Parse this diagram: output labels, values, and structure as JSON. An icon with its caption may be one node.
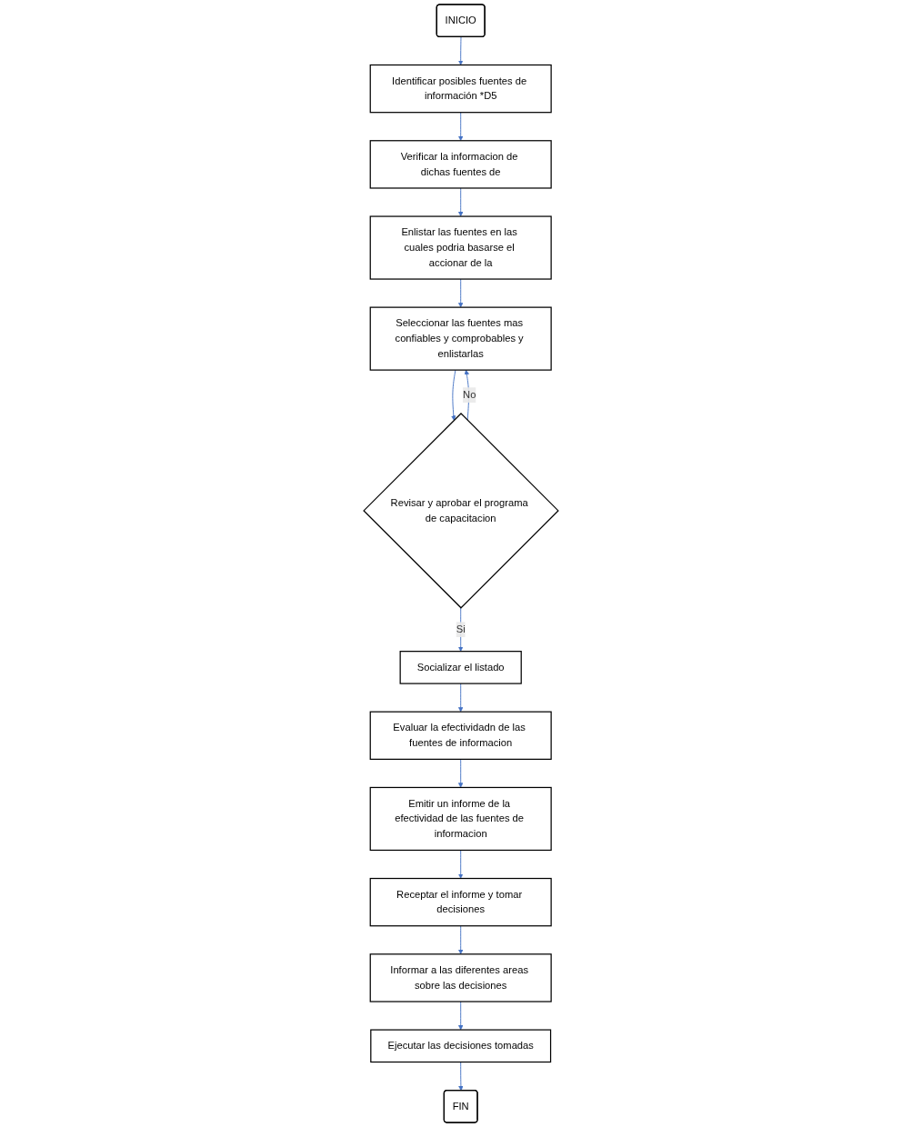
{
  "diagram": {
    "nodes": [
      {
        "text": [
          "INICIO"
        ]
      },
      {
        "text": [
          "Identificar posibles fuentes de información *D5"
        ]
      },
      {
        "text": [
          "Verificar la informacion de dichas fuentes de"
        ]
      },
      {
        "text": [
          "Enlistar las fuentes en las cuales podria basarse el accionar de la"
        ]
      },
      {
        "text": [
          "Seleccionar las fuentes mas confiables y comprobables y enlistarlas"
        ]
      },
      {
        "text": [
          "Revisar y aprobar el programa de capacitacion"
        ]
      },
      {
        "text": [
          "Socializar el listado"
        ]
      },
      {
        "text": [
          "Evaluar la efectividadn de las fuentes de informacion"
        ]
      },
      {
        "text": [
          "Emitir un informe de la efectividad de las fuentes de informacion"
        ]
      },
      {
        "text": [
          "Receptar el informe y tomar decisiones"
        ]
      },
      {
        "text": [
          "Informar a las diferentes areas sobre las decisiones"
        ]
      },
      {
        "text": [
          "Ejecutar las decisiones tomadas"
        ]
      },
      {
        "text": [
          "FIN"
        ]
      }
    ],
    "edges": [
      {
        "from": 0,
        "to": 1,
        "arrow": "to"
      },
      {
        "from": 1,
        "to": 2,
        "arrow": "to"
      },
      {
        "from": 2,
        "to": 3,
        "arrow": "to"
      },
      {
        "from": 3,
        "to": 4,
        "arrow": "to"
      },
      {
        "from": 4,
        "to": 5,
        "arrow": "to"
      },
      {
        "from": 5,
        "to": 4,
        "arrow": "to",
        "label": "No"
      },
      {
        "from": 5,
        "to": 6,
        "arrow": "to",
        "label": "Si"
      },
      {
        "from": 6,
        "to": 7,
        "arrow": "to"
      },
      {
        "from": 7,
        "to": 8,
        "arrow": "to"
      },
      {
        "from": 8,
        "to": 9,
        "arrow": "to"
      },
      {
        "from": 9,
        "to": 10,
        "arrow": "to"
      },
      {
        "from": 10,
        "to": 11,
        "arrow": "to"
      },
      {
        "from": 11,
        "to": 12,
        "arrow": "to"
      }
    ]
  }
}
